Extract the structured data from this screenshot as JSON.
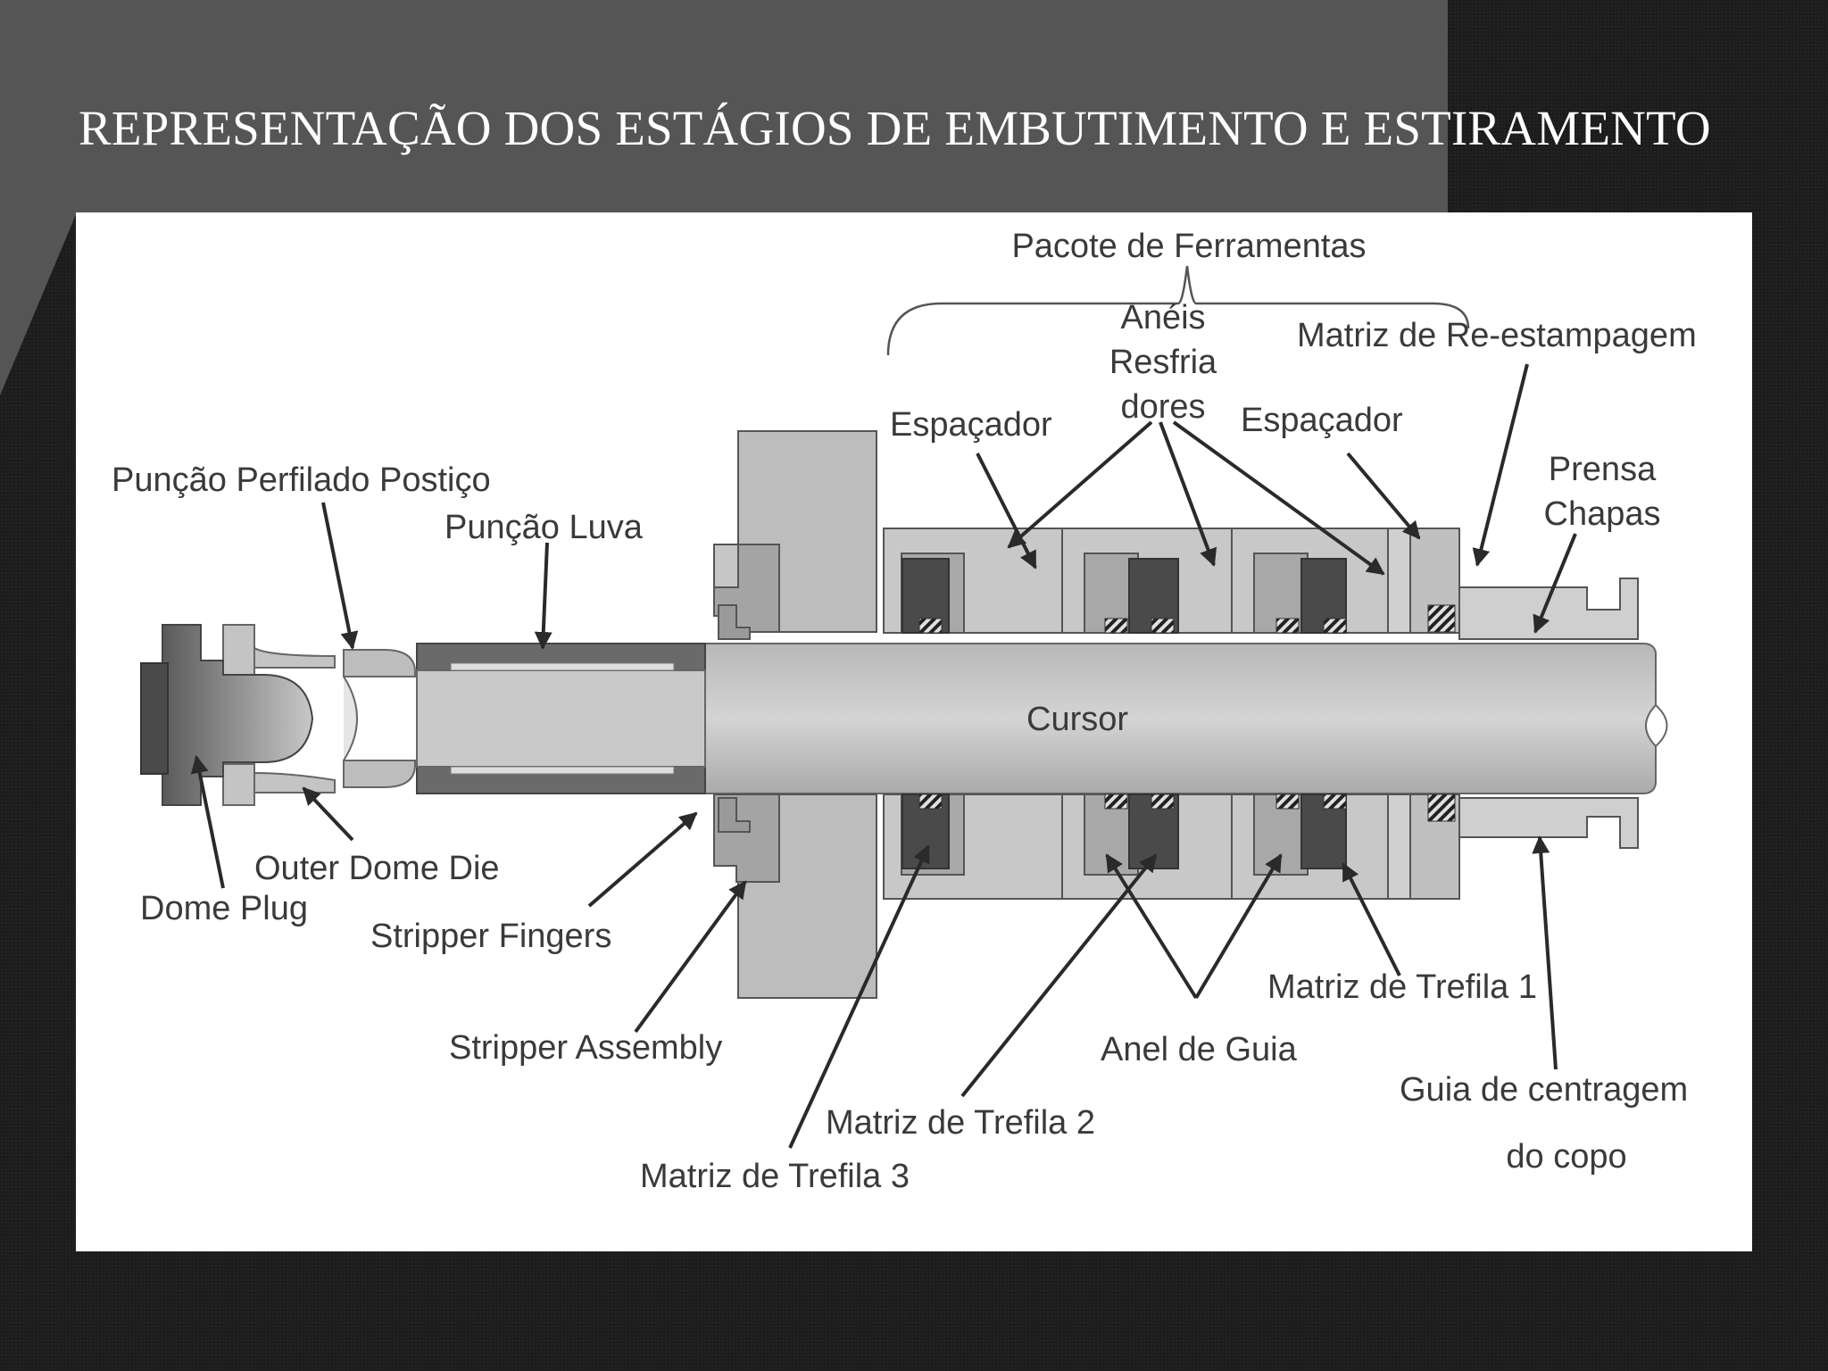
{
  "slide": {
    "title": "REPRESENTAÇÃO DOS ESTÁGIOS DE EMBUTIMENTO E ESTIRAMENTO"
  },
  "diagram": {
    "labels": {
      "pacote": "Pacote de Ferramentas",
      "aneis_1": "Anéis",
      "aneis_2": "Resfria",
      "aneis_3": "dores",
      "matriz_reestampagem": "Matriz de Re-estampagem",
      "espacador_1": "Espaçador",
      "espacador_2": "Espaçador",
      "prensa_1": "Prensa",
      "prensa_2": "Chapas",
      "puncao_perfilado": "Punção Perfilado Postiço",
      "puncao_luva": "Punção Luva",
      "cursor": "Cursor",
      "outer_dome_die": "Outer Dome Die",
      "dome_plug": "Dome Plug",
      "stripper_fingers": "Stripper Fingers",
      "stripper_assembly": "Stripper Assembly",
      "matriz_trefila_1": "Matriz de Trefila 1",
      "anel_guia": "Anel de Guia",
      "guia_centragem_1": "Guia de centragem",
      "guia_centragem_2": "do copo",
      "matriz_trefila_2": "Matriz de Trefila 2",
      "matriz_trefila_3": "Matriz de Trefila 3"
    }
  },
  "colors": {
    "background": "#1c1c1c",
    "header_band": "#555555",
    "title_text": "#ffffff",
    "panel": "#ffffff",
    "label_text": "#3a3a3a",
    "part_light": "#c8c8c8",
    "part_mid": "#a8a8a8",
    "part_dark": "#555555"
  }
}
